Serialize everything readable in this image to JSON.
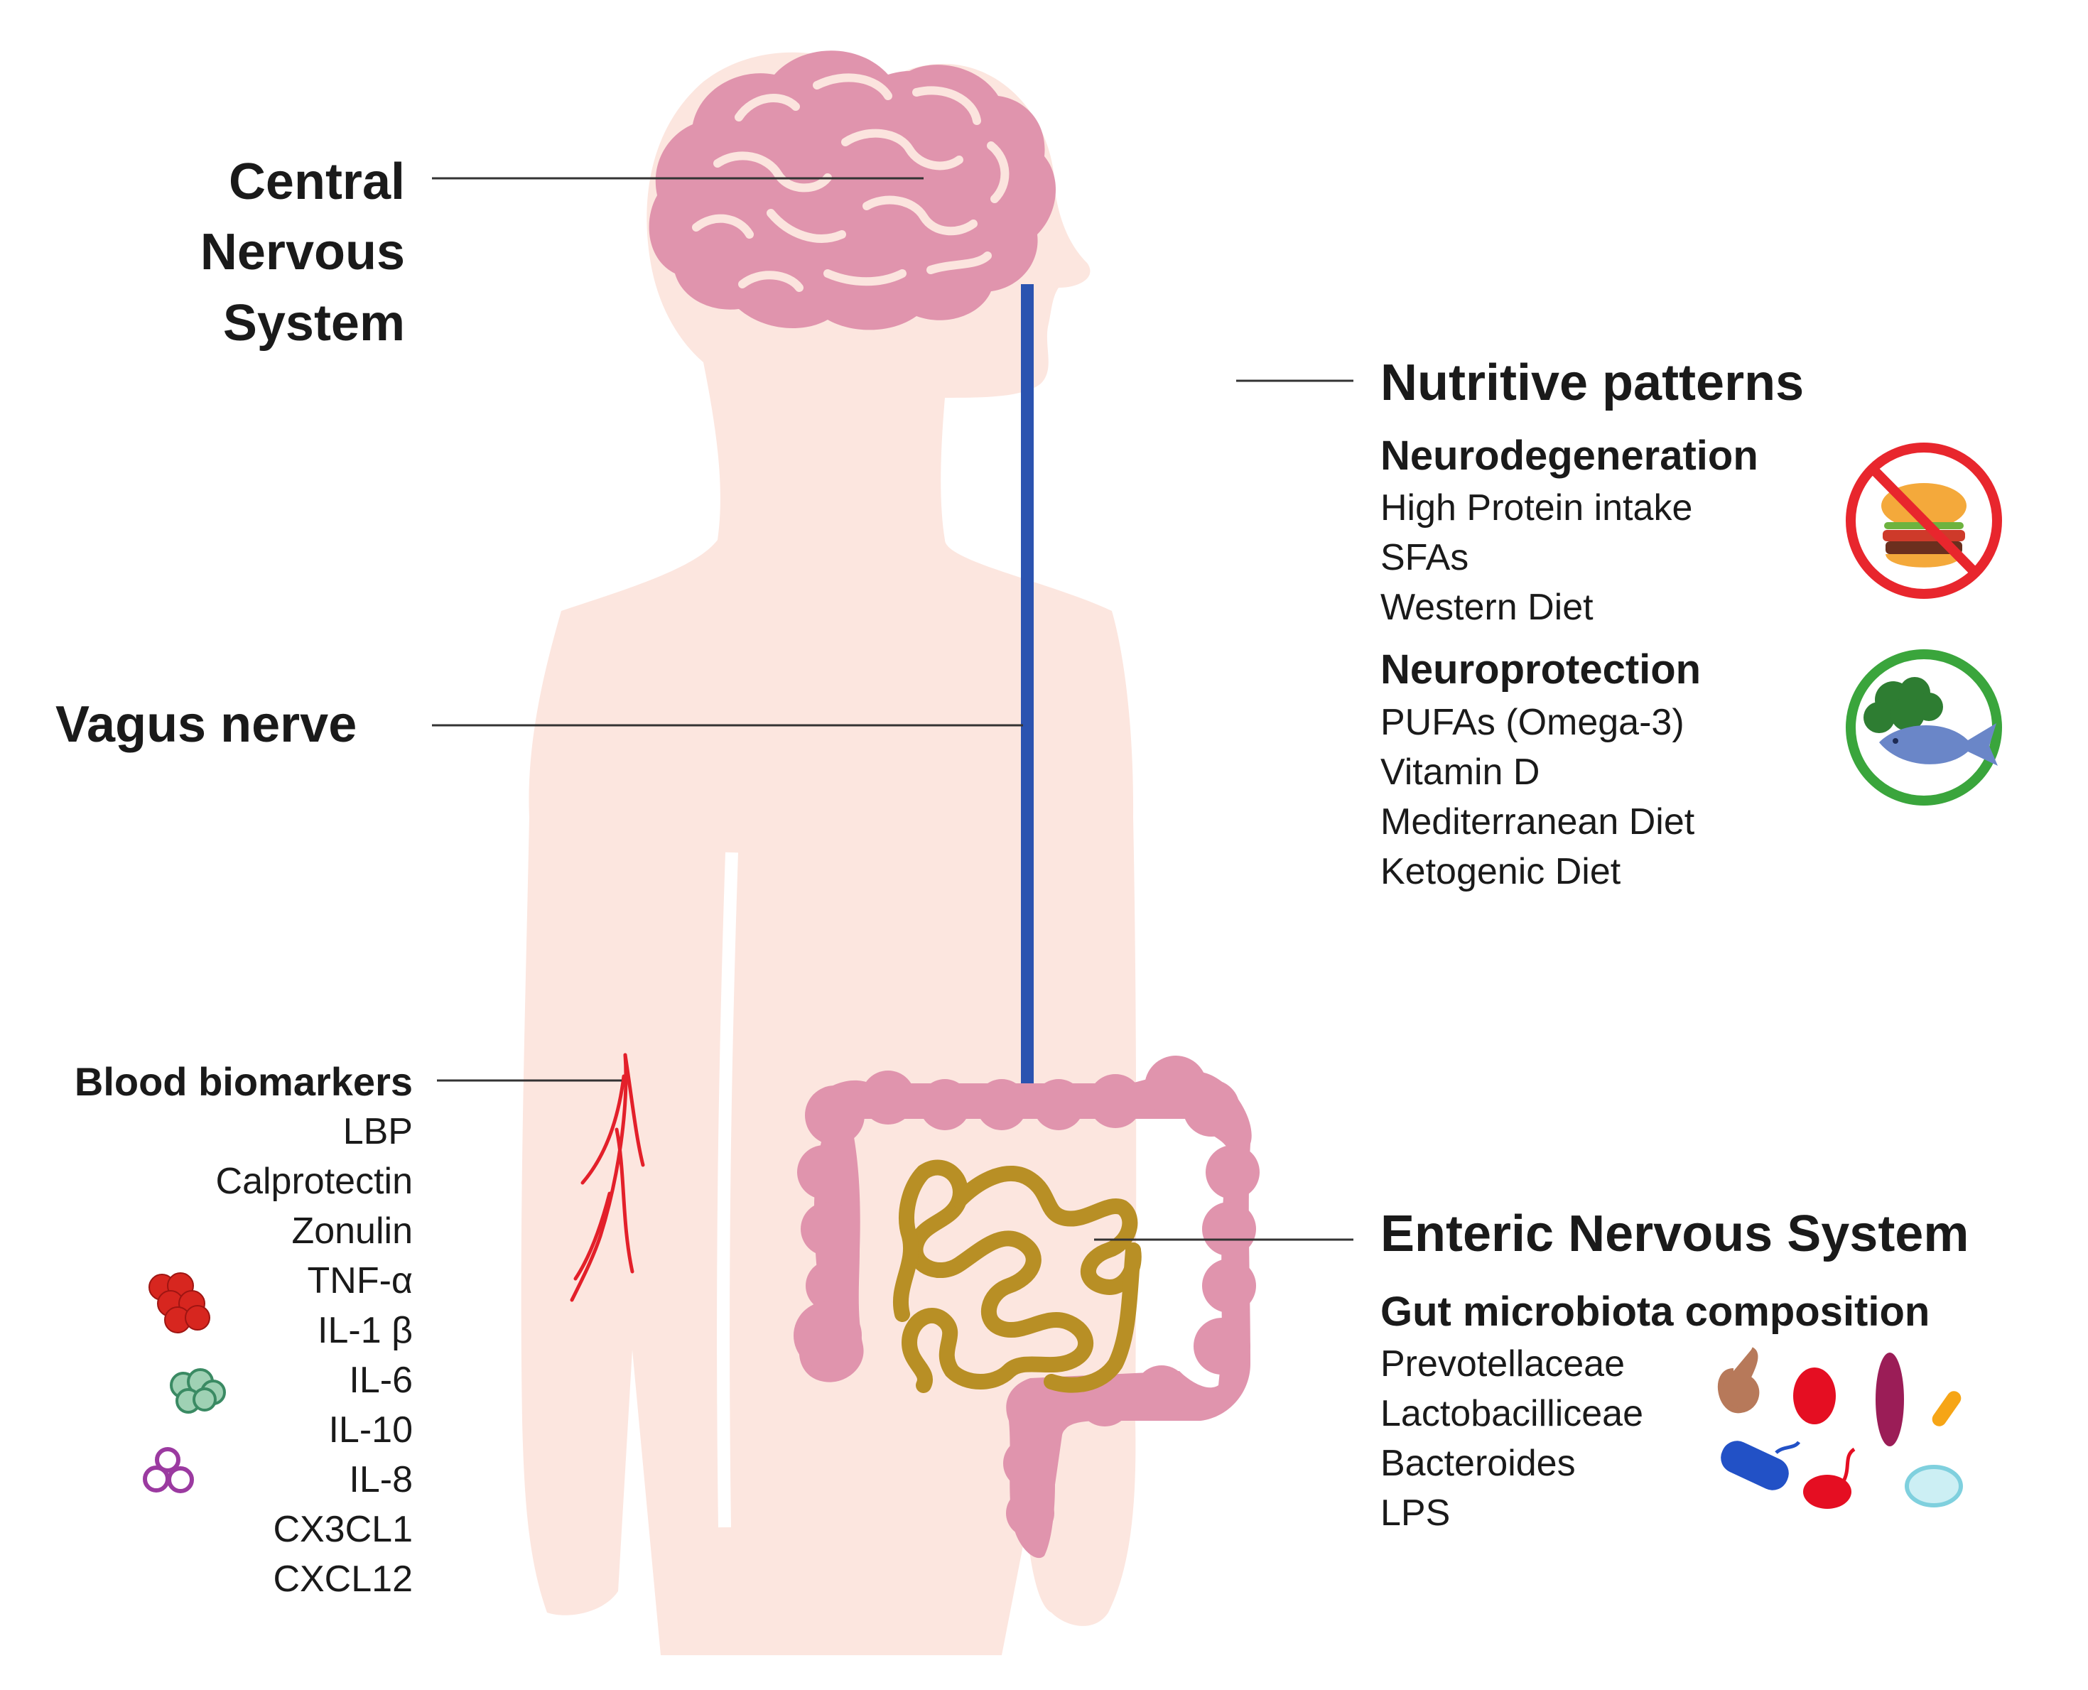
{
  "cns": {
    "title_lines": [
      "Central",
      "Nervous",
      "System"
    ]
  },
  "vagus": {
    "title": "Vagus nerve"
  },
  "nutrition": {
    "title": "Nutritive patterns",
    "neurodegeneration": {
      "title": "Neurodegeneration",
      "items": [
        "High Protein intake",
        "SFAs",
        "Western Diet"
      ],
      "icon": "no-burger-icon",
      "color": "#e8262d"
    },
    "neuroprotection": {
      "title": "Neuroprotection",
      "items": [
        "PUFAs (Omega-3)",
        "Vitamin D",
        "Mediterranean Diet",
        "Ketogenic Diet"
      ],
      "icon": "vegetables-fish-icon",
      "color": "#3aa53c"
    }
  },
  "blood": {
    "title": "Blood biomarkers",
    "items": [
      "LBP",
      "Calprotectin",
      "Zonulin",
      "TNF-α",
      "IL-1 β",
      "IL-6",
      "IL-10",
      "IL-8",
      "CX3CL1",
      "CXCL12"
    ]
  },
  "ens": {
    "title": "Enteric Nervous System",
    "subtitle": "Gut microbiota composition",
    "items": [
      "Prevotellaceae",
      "Lactobacilliceae",
      "Bacteroides",
      "LPS"
    ]
  },
  "colors": {
    "body": "#fce6df",
    "organ": "#e094ad",
    "small_intestine": "#b88f25",
    "vagus": "#2b53b0",
    "vessel": "#e3202a"
  }
}
